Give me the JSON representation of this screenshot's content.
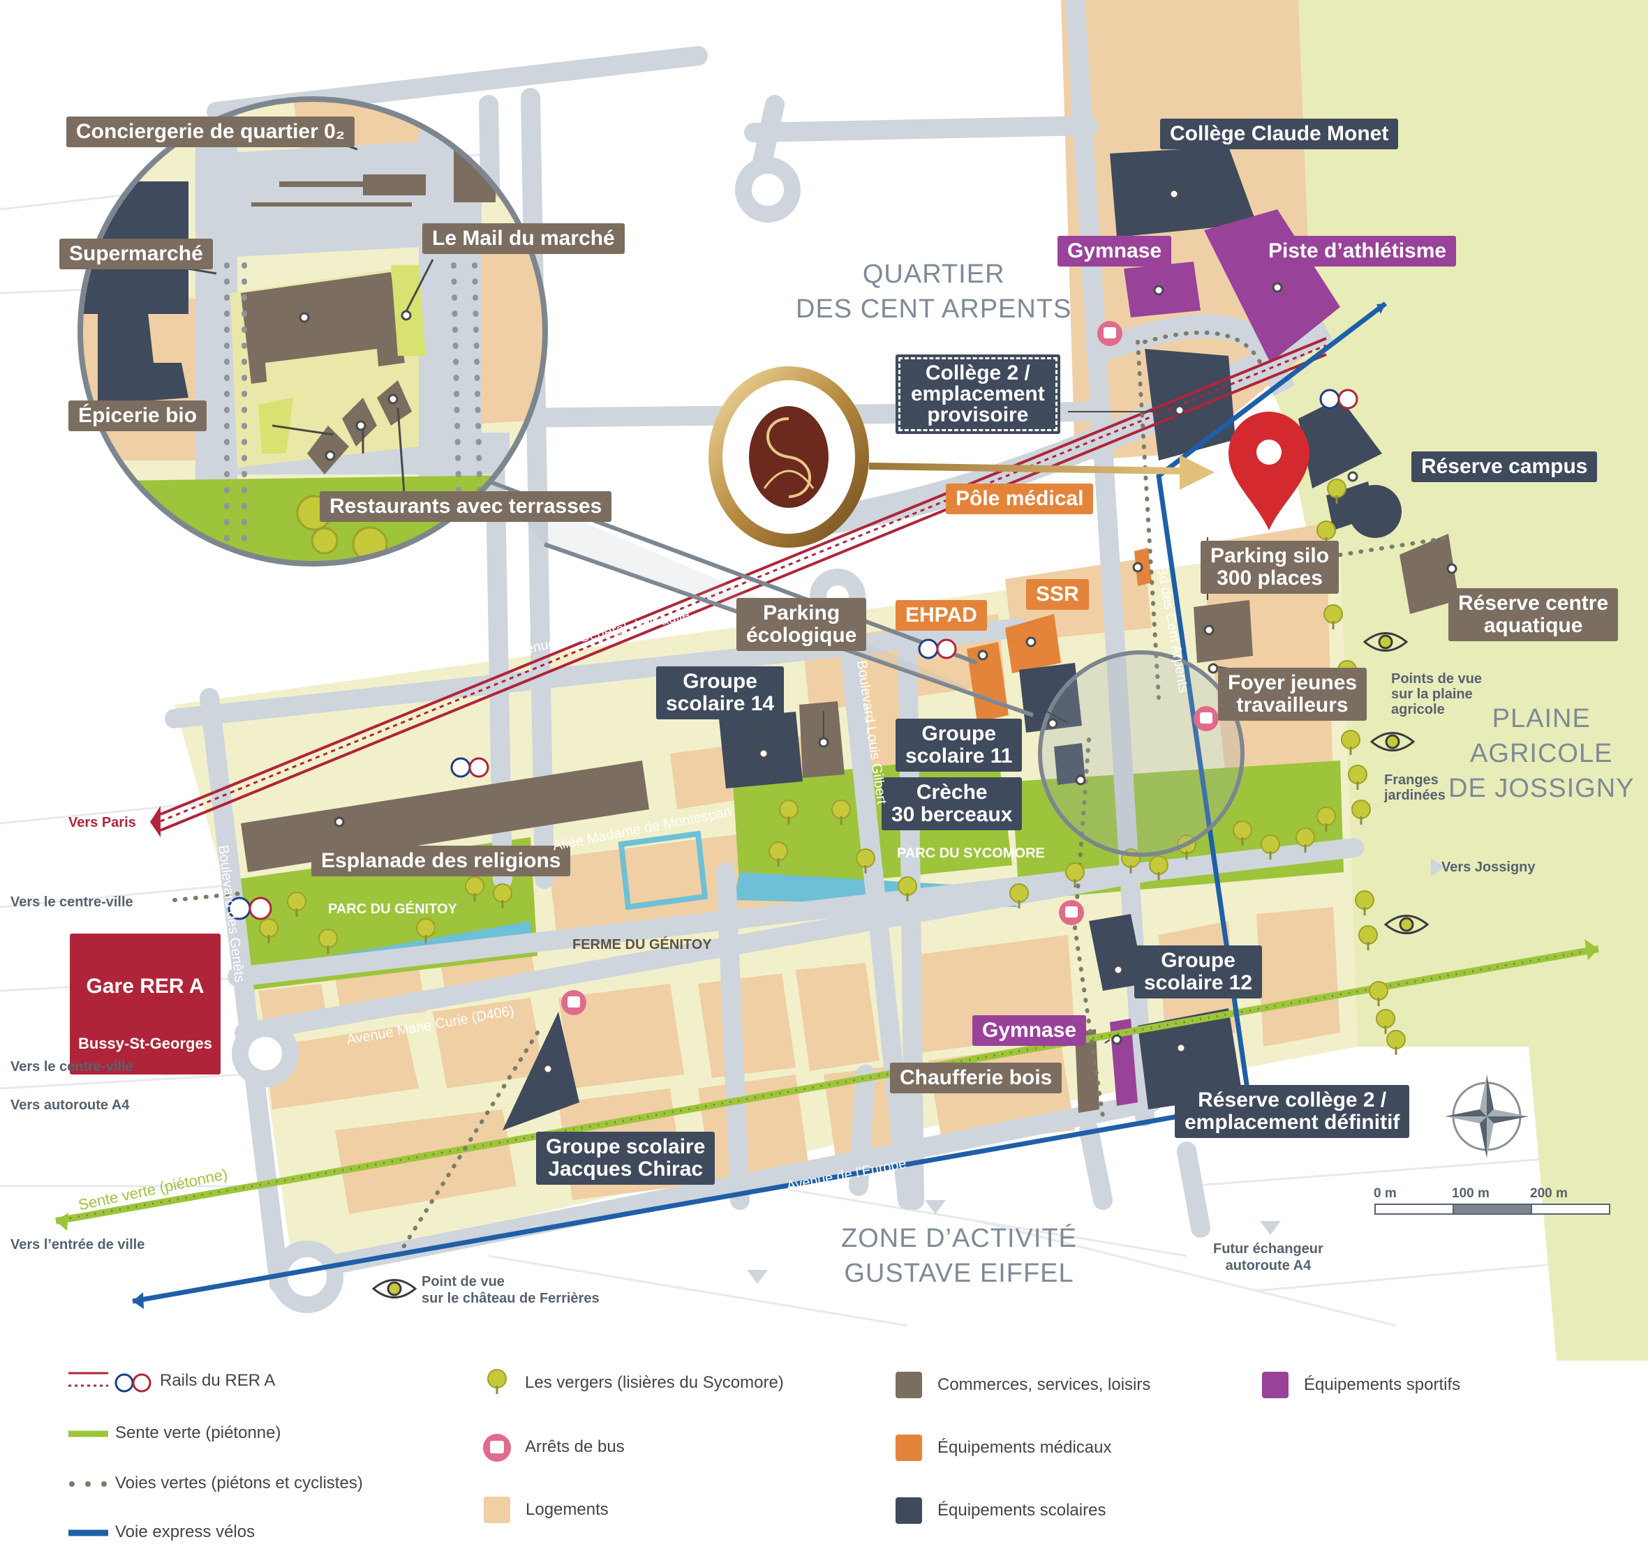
{
  "colors": {
    "commerce": "#7b6d5f",
    "medical": "#e4843a",
    "school": "#3f4a5c",
    "sport": "#99429a",
    "housing": "#f0cfa5",
    "rer": "#b0243a",
    "green_trail": "#9dc43b",
    "express_bike": "#1e5fa8",
    "agricultural": "#e8ecb9",
    "road": "#cfd5dc"
  },
  "districts": {
    "cent_arpents": "QUARTIER\nDES CENT ARPENTS",
    "plaine": "PLAINE\nAGRICOLE\nDE JOSSIGNY",
    "zone": "ZONE D’ACTIVITÉ\nGUSTAVE EIFFEL"
  },
  "labels": {
    "conciergerie": "Conciergerie de quartier 0₂",
    "supermarche": "Supermarché",
    "mail": "Le Mail du marché",
    "epicerie": "Épicerie bio",
    "restaurants": "Restaurants avec terrasses",
    "college_monet": "Collège Claude Monet",
    "gymnase_n": "Gymnase",
    "piste": "Piste d’athlétisme",
    "college2": "Collège 2 /\nemplacement\nprovisoire",
    "reserve_campus": "Réserve campus",
    "pole_medical": "Pôle médical",
    "parking_silo": "Parking silo\n300 places",
    "reserve_aquatique": "Réserve centre\naquatique",
    "ehpad": "EHPAD",
    "ssr": "SSR",
    "parking_eco": "Parking\nécologique",
    "gs14": "Groupe\nscolaire 14",
    "foyer": "Foyer jeunes\ntravailleurs",
    "gs11": "Groupe\nscolaire 11",
    "creche": "Crèche\n30 berceaux",
    "esplanade": "Esplanade des religions",
    "gare": "Gare RER A",
    "gare_sub": "Bussy-St-Georges",
    "gs12": "Groupe\nscolaire 12",
    "gymnase_s": "Gymnase",
    "chaufferie": "Chaufferie bois",
    "reserve_college": "Réserve collège 2 /\nemplacement définitif",
    "gs_chirac": "Groupe scolaire\nJacques Chirac"
  },
  "places": {
    "parc_genitoy": "PARC DU GÉNITOY",
    "ferme": "FERME DU GÉNITOY",
    "parc_sycomore": "PARC DU SYCOMORE"
  },
  "streets": {
    "gaulle": "Avenue du Général de Gaulle",
    "montespan": "Allée Madame de Montespan",
    "gilbert": "Boulevard Louis Gilbert",
    "cent_arpents": "Bd des Cent Arpents",
    "genets": "Boulevard des Genêts",
    "curie": "Avenue Marie Curie (D406)",
    "europe": "Avenue de l’Europe",
    "sente": "Sente verte (piétonne)"
  },
  "directions": {
    "paris": "Vers Paris",
    "centre1": "Vers le centre-ville",
    "centre2": "Vers le centre-ville",
    "a4": "Vers autoroute A4",
    "entree": "Vers l’entrée de ville",
    "jossigny": "Vers Jossigny",
    "echangeur": "Futur échangeur\nautoroute A4",
    "pv_plaine": "Points de vue\nsur la plaine\nagricole",
    "franges": "Franges\njardinées",
    "pv_chateau": "Point de vue\nsur le château de Ferrières"
  },
  "rer_badge": "RER",
  "rer_line": "A",
  "scale": {
    "ticks": [
      "0 m",
      "100 m",
      "200 m"
    ]
  },
  "legend": [
    {
      "key": "rer",
      "text": "Rails du RER A"
    },
    {
      "key": "sente",
      "text": "Sente verte (piétonne)"
    },
    {
      "key": "voies",
      "text": "Voies vertes (piétons et cyclistes)"
    },
    {
      "key": "express",
      "text": "Voie express vélos"
    },
    {
      "key": "vergers",
      "text": "Les vergers (lisières du Sycomore)"
    },
    {
      "key": "bus",
      "text": "Arrêts de bus"
    },
    {
      "key": "logements",
      "text": "Logements"
    },
    {
      "key": "commerces",
      "text": "Commerces, services, loisirs"
    },
    {
      "key": "medical",
      "text": "Équipements médicaux"
    },
    {
      "key": "scolaires",
      "text": "Équipements scolaires"
    },
    {
      "key": "sportifs",
      "text": "Équipements sportifs"
    }
  ]
}
